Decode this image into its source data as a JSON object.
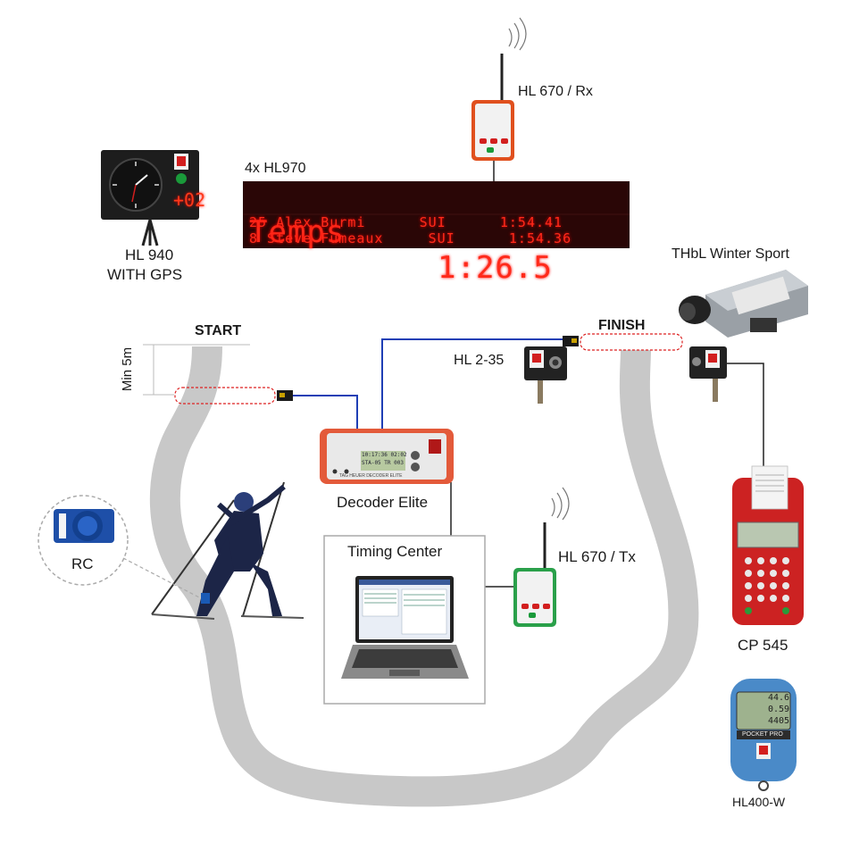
{
  "labels": {
    "hl940": "HL 940",
    "hl940_sub": "WITH GPS",
    "hl970": "4x HL970",
    "hl670rx": "HL 670 / Rx",
    "thbl": "THbL Winter Sport",
    "start": "START",
    "finish": "FINISH",
    "min5m": "Min 5m",
    "hl235": "HL 2-35",
    "decoder": "Decoder Elite",
    "timing_center": "Timing Center",
    "hl670tx": "HL 670 / Tx",
    "rc": "RC",
    "cp545": "CP 545",
    "hl400w": "HL400-W"
  },
  "scoreboard": {
    "row1_left": "Temps",
    "row1_right": "1:26.5",
    "row2": "25 Alex.Burmi      SUI      1:54.41",
    "row3": "8 Steve Fumeaux     SUI      1:54.36"
  },
  "clock_display": {
    "digits": "02",
    "sign": "+"
  },
  "decoder_display": {
    "line1": "10:17:36  02:02",
    "line2": "STA-05 TR  003",
    "brand": "TAG HEUER  DECODER ELITE"
  },
  "pocketpro": {
    "l1": "44.6",
    "l2": "0.59",
    "l3": "4405",
    "brand": "POCKET PRO"
  },
  "colors": {
    "cable": "#1f3fb5",
    "track": "#c8c8c8",
    "led": "#ff2a1a",
    "device_red": "#d21f1f"
  }
}
